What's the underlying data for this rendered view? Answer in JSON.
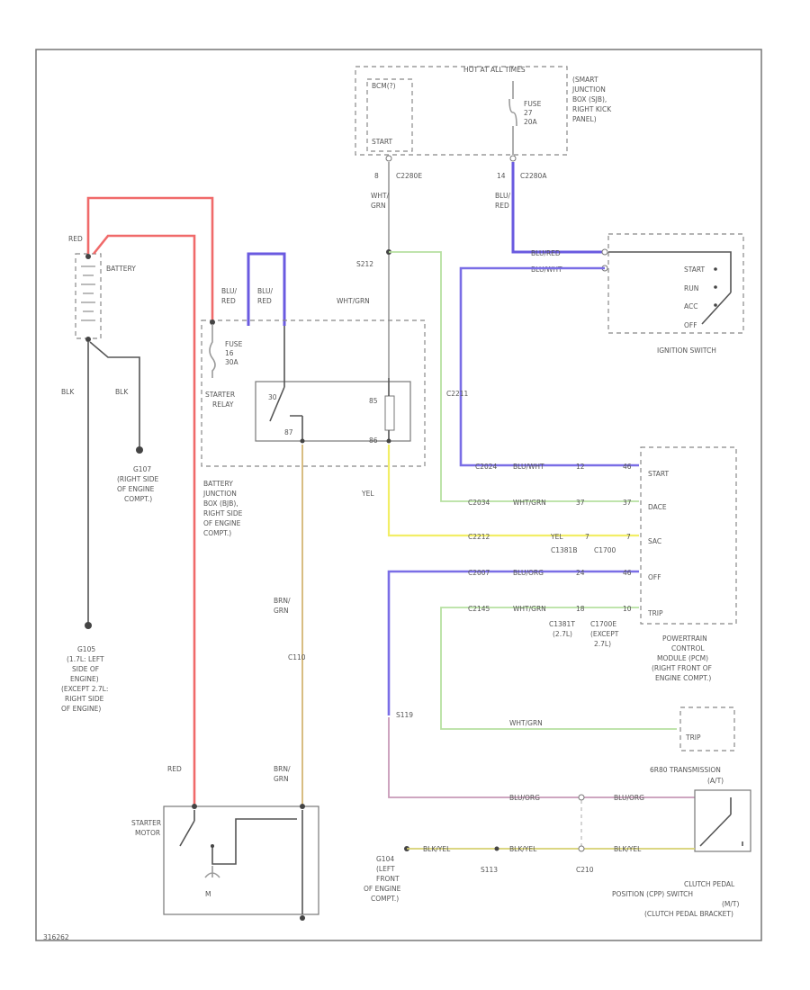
{
  "labels": {
    "hot_all_times": "HOT AT ALL TIMES",
    "smart_jb_1": "(SMART",
    "smart_jb_2": "JUNCTION",
    "smart_jb_3": "BOX (SJB),",
    "smart_jb_4": "RIGHT KICK",
    "smart_jb_5": "PANEL)",
    "sjb_body_ctrl": "BCM(?)",
    "sjb_start": "START",
    "fuse_top_1": "FUSE",
    "fuse_top_2": "27",
    "fuse_top_3": "20A",
    "conn_c2280e": "C2280E",
    "conn_c2280a": "C2280A",
    "pin_8": "8",
    "pin_14": "14",
    "wire_wht_grn_top_1": "WHT/",
    "wire_wht_grn_top_2": "GRN",
    "wire_blu_red_top_1": "BLU/",
    "wire_blu_red_top_2": "RED",
    "battery_red": "RED",
    "battery": "BATTERY",
    "blk_left": "BLK",
    "blk_right": "BLK",
    "g107_1": "G107",
    "g107_2": "(RIGHT SIDE",
    "g107_3": "OF ENGINE",
    "g107_4": "COMPT.)",
    "g105_1": "G105",
    "g105_2": "(1.7L: LEFT",
    "g105_3": "SIDE OF",
    "g105_4": "ENGINE)",
    "g105_5": "(EXCEPT 2.7L:",
    "g105_6": "RIGHT SIDE",
    "g105_7": "OF ENGINE)",
    "blu_red_a": "BLU/",
    "red_a": "RED",
    "blu_red_b": "BLU/",
    "red_b": "RED",
    "fuse_bjb_1": "FUSE",
    "fuse_bjb_2": "16",
    "fuse_bjb_3": "30A",
    "s212": "S212",
    "wht_grn_mid": "WHT/GRN",
    "starter_relay_1": "STARTER",
    "starter_relay_2": "RELAY",
    "relay_30": "30",
    "relay_85": "85",
    "relay_87": "87",
    "relay_86": "86",
    "bjb_1": "BATTERY",
    "bjb_2": "JUNCTION",
    "bjb_3": "BOX (BJB),",
    "bjb_4": "RIGHT SIDE",
    "bjb_5": "OF ENGINE",
    "bjb_6": "COMPT.)",
    "ign_blu_red": "BLU/RED",
    "ign_blu_wht": "BLU/WHT",
    "ign_start": "START",
    "ign_run": "RUN",
    "ign_acc": "ACC",
    "ign_off": "OFF",
    "ign_switch": "IGNITION SWITCH",
    "c2211_v": "C2211",
    "pcm_start": "START",
    "pcm_dace": "DACE",
    "pcm_sac": "SAC",
    "pcm_off": "OFF",
    "pcm_trip": "TRIP",
    "w_blu_wht": "BLU/WHT",
    "w_wht_grn": "WHT/GRN",
    "w_yel": "YEL",
    "w_blu_org": "BLU/ORG",
    "w_wht_grn2": "WHT/GRN",
    "c2024": "C2024",
    "c2034": "C2034",
    "c2212": "C2212",
    "c2007": "C2007",
    "c2145": "C2145",
    "pin_12": "12",
    "pin_37": "37",
    "pin_7": "7",
    "pin_24": "24",
    "pin_18": "18",
    "pin_46a": "46",
    "pin_37b": "37",
    "pin_7b": "7",
    "pin_46b": "46",
    "pin_10": "10",
    "yel_left": "YEL",
    "c1381b": "C1381B",
    "c1700": "C1700",
    "c1381t": "C1381T",
    "c1700e": "C1700E",
    "l27": "(2.7L)",
    "except_27": "(EXCEPT",
    "except_27b": "2.7L)",
    "pcm_1": "POWERTRAIN",
    "pcm_2": "CONTROL",
    "pcm_3": "MODULE (PCM)",
    "pcm_4": "(RIGHT FRONT OF",
    "pcm_5": "ENGINE COMPT.)",
    "brn_grn_1": "BRN/",
    "brn_grn_2": "GRN",
    "c110": "C110",
    "brn_grn_3": "BRN/",
    "brn_grn_4": "GRN",
    "red_low": "RED",
    "s119": "S119",
    "wht_grn_trip": "WHT/GRN",
    "trip_box": "TRIP",
    "trans_1": "6R80 TRANSMISSION",
    "trans_2": "(A/T)",
    "blu_org_a": "BLU/ORG",
    "blu_org_b": "BLU/ORG",
    "starter_1": "STARTER",
    "starter_2": "MOTOR",
    "starter_m": "M",
    "g104_1": "G104",
    "g104_2": "(LEFT",
    "g104_3": "FRONT",
    "g104_4": "OF ENGINE",
    "g104_5": "COMPT.)",
    "blk_yel_a": "BLK/YEL",
    "blk_yel_b": "BLK/YEL",
    "blk_yel_c": "BLK/YEL",
    "s113": "S113",
    "c210": "C210",
    "cpp_1": "CLUTCH PEDAL",
    "cpp_2": "POSITION (CPP) SWITCH",
    "cpp_3": "(M/T)",
    "cpp_4": "(CLUTCH PEDAL BRACKET)",
    "footer_code": "316262"
  }
}
